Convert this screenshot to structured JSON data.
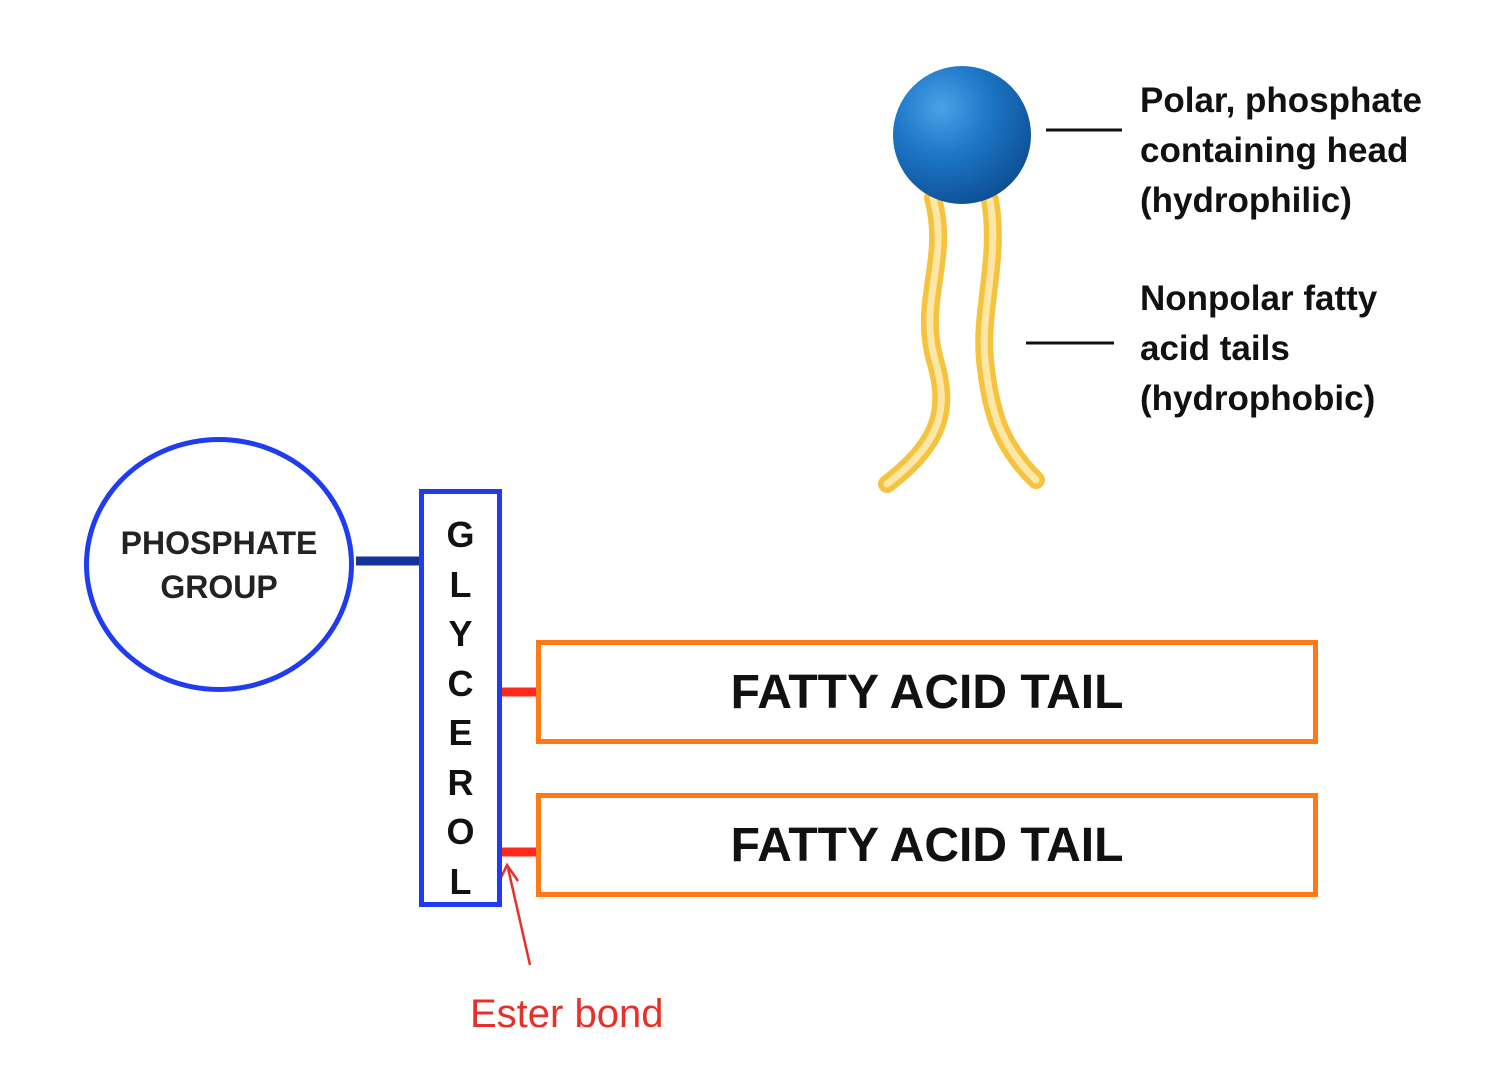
{
  "phospholipid_icon": {
    "head_label": [
      "Polar, phosphate",
      "containing head",
      "(hydrophilic)"
    ],
    "tail_label": [
      "Nonpolar fatty",
      "acid tails",
      "(hydrophobic)"
    ],
    "colors": {
      "head": "#1565b8",
      "tails": "#f7c94a"
    }
  },
  "structure": {
    "phosphate_group": [
      "PHOSPHATE",
      "GROUP"
    ],
    "glycerol_letters": [
      "G",
      "L",
      "Y",
      "C",
      "E",
      "R",
      "O",
      "L"
    ],
    "fatty_acid_tails": [
      "FATTY ACID TAIL",
      "FATTY ACID TAIL"
    ],
    "ester_bond_label": "Ester bond",
    "colors": {
      "phosphate_border": "#1f3cf0",
      "tail_border": "#ff7a14",
      "ester_bond": "#ff2a1a",
      "connector": "#14329a"
    }
  }
}
